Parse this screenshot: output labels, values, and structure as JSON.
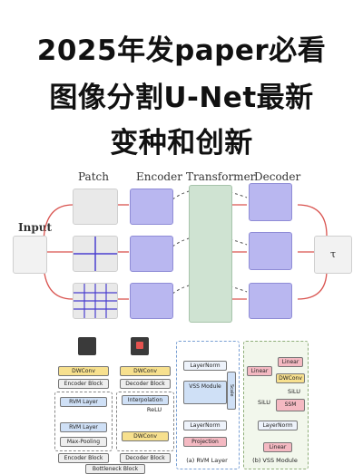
{
  "title_lines": [
    "2025年发paper必看",
    "图像分割U-Net最新",
    "变种和创新"
  ],
  "diagram": {
    "stages": {
      "input": "Input",
      "patch": "Patch",
      "encoder": "Encoder",
      "transformer": "Transformer",
      "decoder": "Decoder"
    },
    "output_symbol": "τ"
  },
  "lower_left": {
    "left_column": [
      "DWConv",
      "Encoder Block",
      "RVM Layer",
      "RVM Layer",
      "Max-Pooling",
      "Encoder Block"
    ],
    "right_column": [
      "DWConv",
      "Decoder Block",
      "Interpolation",
      "DWConv",
      "Decoder Block"
    ],
    "bottom": "Bottleneck Block",
    "activation": "ReLU"
  },
  "middle_panel": {
    "blocks": [
      "LayerNorm",
      "VSS Module",
      "LayerNorm",
      "Projection"
    ],
    "side": "Scale",
    "caption": "(a) RVM Layer"
  },
  "right_panel": {
    "blocks": [
      "Linear",
      "Linear",
      "DWConv",
      "SSM",
      "LayerNorm",
      "Linear"
    ],
    "activation": "SiLU",
    "caption": "(b) VSS Module"
  },
  "colors": {
    "purple": "#b9b7f0",
    "green": "#cfe3d2",
    "arrow_red": "#d9534f",
    "grid_blue": "#4a3fcf",
    "yellow": "#f7e08e"
  }
}
